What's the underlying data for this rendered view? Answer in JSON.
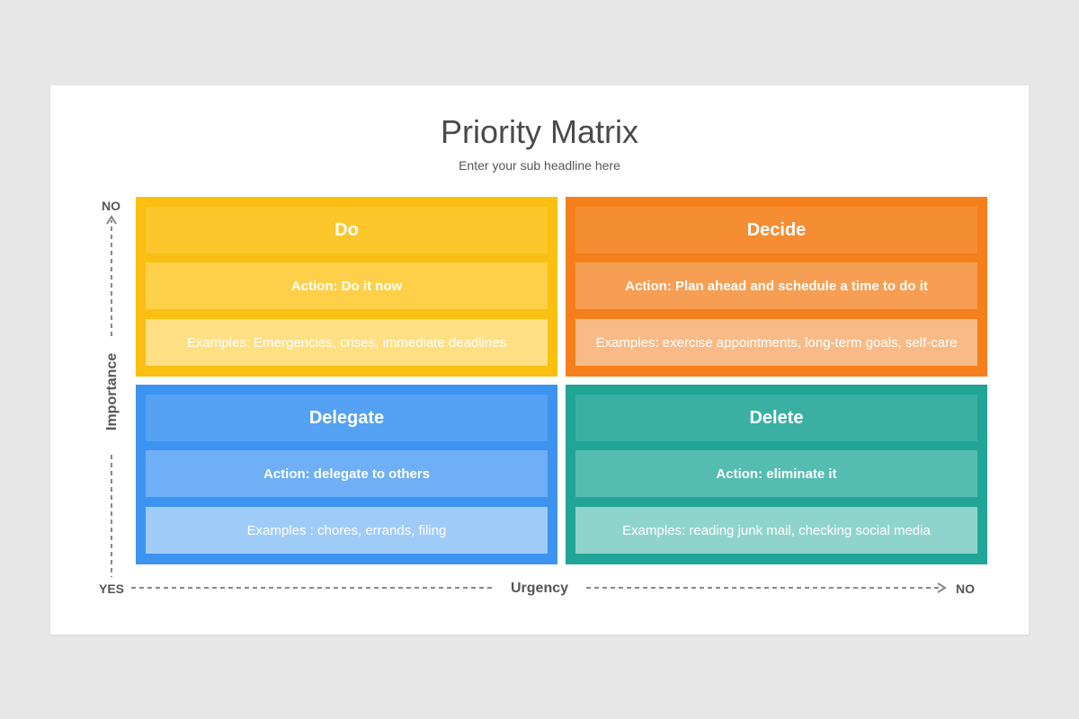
{
  "title": "Priority Matrix",
  "subtitle": "Enter your sub headline here",
  "axes": {
    "y_title": "Importance",
    "y_top": "NO",
    "x_title": "Urgency",
    "x_left": "YES",
    "x_right": "NO"
  },
  "quadrants": [
    {
      "id": "do",
      "title": "Do",
      "action": "Action: Do it now",
      "examples": "Examples: Emergencies, crises, immediate deadlines",
      "colors": {
        "frame": "#fbbf11",
        "title": "#fdc72c",
        "action": "#fed04a",
        "examples": "#fedf83"
      }
    },
    {
      "id": "decide",
      "title": "Decide",
      "action": "Action: Plan ahead and schedule a time to do it",
      "examples": "Examples: exercise appointments, long-term goals, self-care",
      "colors": {
        "frame": "#f47f1b",
        "title": "#f58d33",
        "action": "#f69e53",
        "examples": "#f8bb87"
      }
    },
    {
      "id": "delegate",
      "title": "Delegate",
      "action": "Action: delegate to others",
      "examples": "Examples : chores, errands, filing",
      "colors": {
        "frame": "#3d93f0",
        "title": "#55a1f3",
        "action": "#6eaff5",
        "examples": "#9fcbf9"
      }
    },
    {
      "id": "delete",
      "title": "Delete",
      "action": "Action: eliminate it",
      "examples": "Examples: reading junk mail, checking social media",
      "colors": {
        "frame": "#20a596",
        "title": "#3ab0a3",
        "action": "#55bcb1",
        "examples": "#8fd4cc"
      }
    }
  ]
}
